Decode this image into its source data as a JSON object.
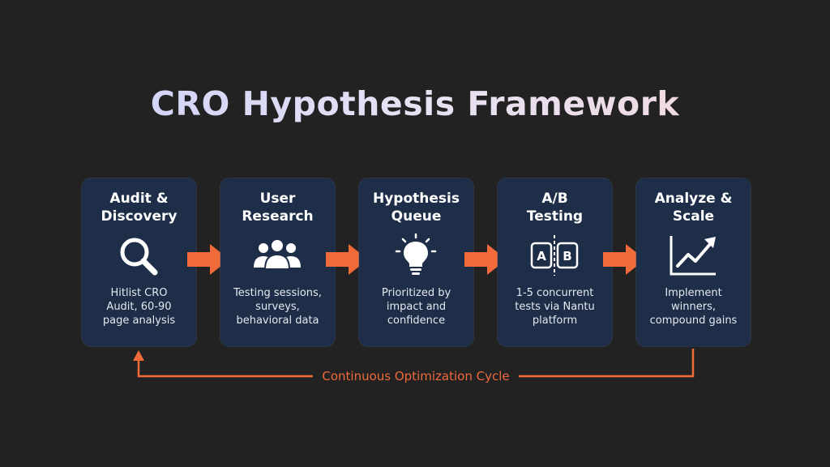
{
  "title": "CRO Hypothesis Framework",
  "steps": [
    {
      "title": "Audit &\nDiscovery",
      "icon": "magnifier-icon",
      "desc": "Hitlist CRO\nAudit, 60-90\npage analysis"
    },
    {
      "title": "User\nResearch",
      "icon": "users-group-icon",
      "desc": "Testing sessions,\nsurveys,\nbehavioral data"
    },
    {
      "title": "Hypothesis\nQueue",
      "icon": "lightbulb-icon",
      "desc": "Prioritized by\nimpact and\nconfidence"
    },
    {
      "title": "A/B\nTesting",
      "icon": "ab-split-icon",
      "desc": "1-5 concurrent\ntests via Nantu\nplatform",
      "icon_labels": [
        "A",
        "B"
      ]
    },
    {
      "title": "Analyze &\nScale",
      "icon": "growth-chart-icon",
      "desc": "Implement\nwinners,\ncompound gains"
    }
  ],
  "cycle_label": "Continuous Optimization Cycle",
  "colors": {
    "background": "#222222",
    "card": "#1e2e48",
    "accent": "#f06a3a",
    "text": "#ffffff"
  }
}
